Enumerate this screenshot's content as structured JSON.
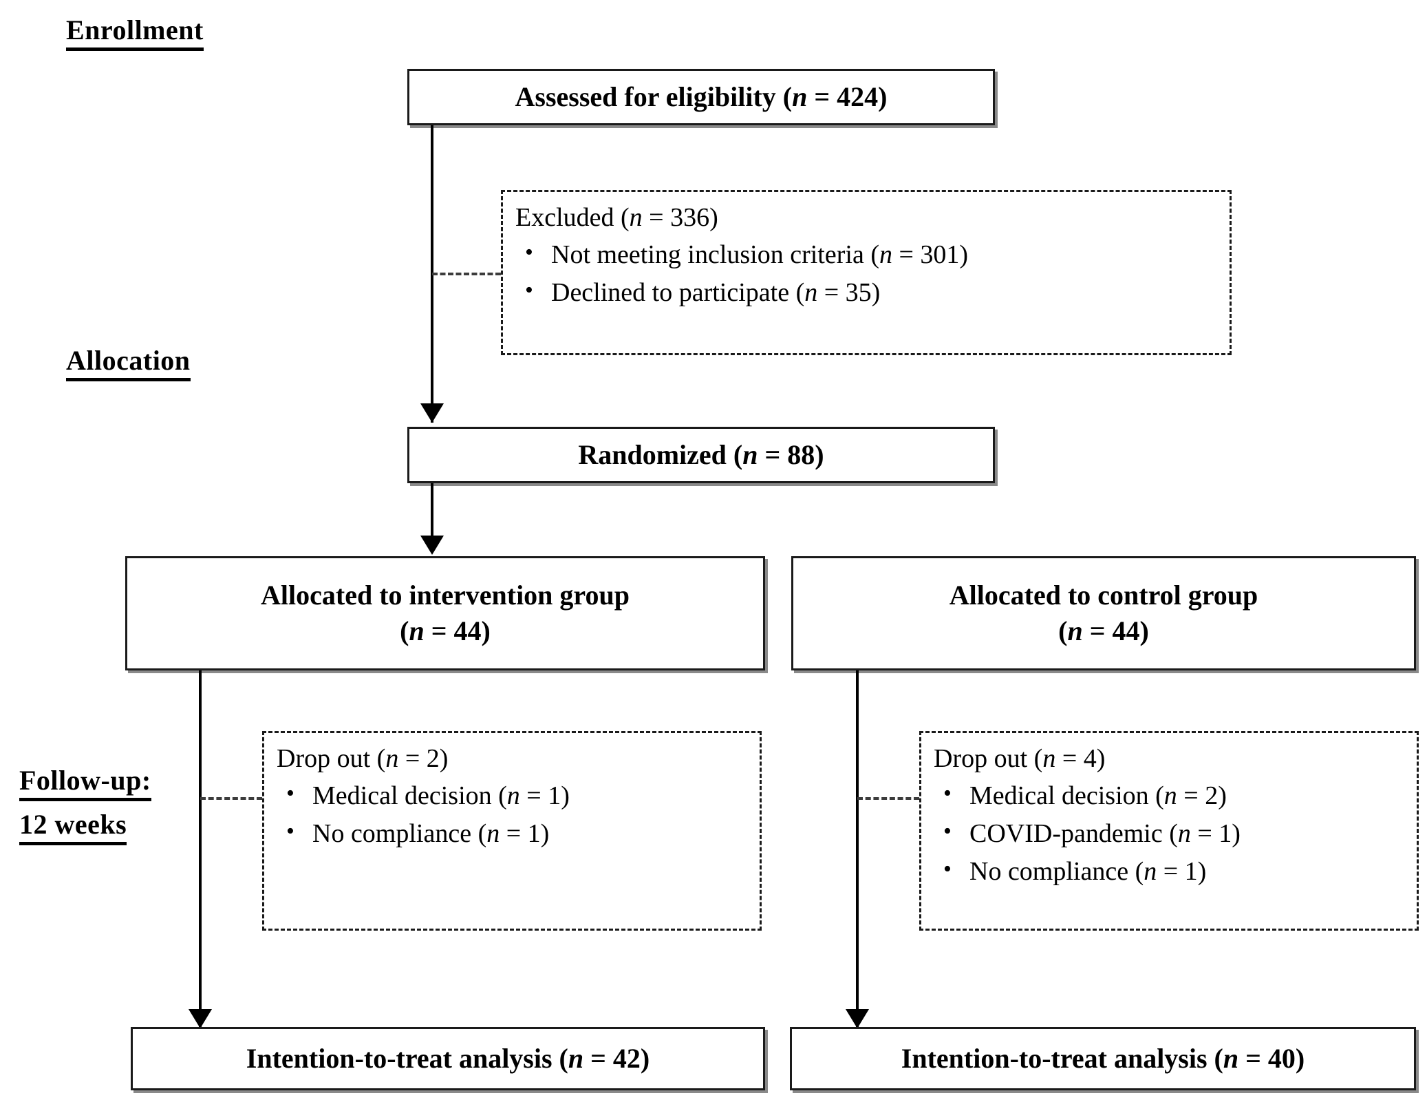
{
  "diagram": {
    "type": "consort-flow-diagram",
    "stages": [
      {
        "id": "enrollment",
        "label": "Enrollment"
      },
      {
        "id": "allocation",
        "label": "Allocation"
      },
      {
        "id": "followup",
        "label_line1": "Follow-up:",
        "label_line2": "12 weeks"
      }
    ],
    "nodes": {
      "assessed": {
        "text": "Assessed for eligibility (n = 424)",
        "n": 424,
        "style": "solid"
      },
      "excluded": {
        "title": "Excluded  (n = 336)",
        "n": 336,
        "style": "dash-dot",
        "reasons": [
          {
            "text": "Not meeting  inclusion  criteria (n = 301)",
            "n": 301
          },
          {
            "text": "Declined  to participate  (n = 35)",
            "n": 35
          }
        ]
      },
      "randomized": {
        "text": "Randomized  (n = 88)",
        "n": 88,
        "style": "solid"
      },
      "allocated_intervention": {
        "line1": "Allocated  to intervention  group",
        "line2": "(n = 44)",
        "n": 44,
        "style": "solid"
      },
      "allocated_control": {
        "line1": "Allocated to control  group",
        "line2": "(n = 44)",
        "n": 44,
        "style": "solid"
      },
      "dropout_intervention": {
        "title": "Drop out (n = 2)",
        "n": 2,
        "style": "dash-dot",
        "reasons": [
          {
            "text": "Medical  decision  (n = 1)",
            "n": 1
          },
          {
            "text": "No compliance  (n = 1)",
            "n": 1
          }
        ]
      },
      "dropout_control": {
        "title": "Drop out (n = 4)",
        "n": 4,
        "style": "dash-dot",
        "reasons": [
          {
            "text": "Medical  decision  (n = 2)",
            "n": 2
          },
          {
            "text": "COVID-pandemic  (n = 1)",
            "n": 1
          },
          {
            "text": "No compliance  (n = 1)",
            "n": 1
          }
        ]
      },
      "itt_intervention": {
        "text": "Intention-to-treat  analysis (n = 42)",
        "n": 42,
        "style": "solid"
      },
      "itt_control": {
        "text": "Intention-to-treat  analysis (n = 40)",
        "n": 40,
        "style": "solid"
      }
    },
    "colors": {
      "line": "#000000",
      "box_border": "#1a1a1a",
      "box_shadow": "#8a8a8a",
      "background": "#ffffff"
    }
  }
}
